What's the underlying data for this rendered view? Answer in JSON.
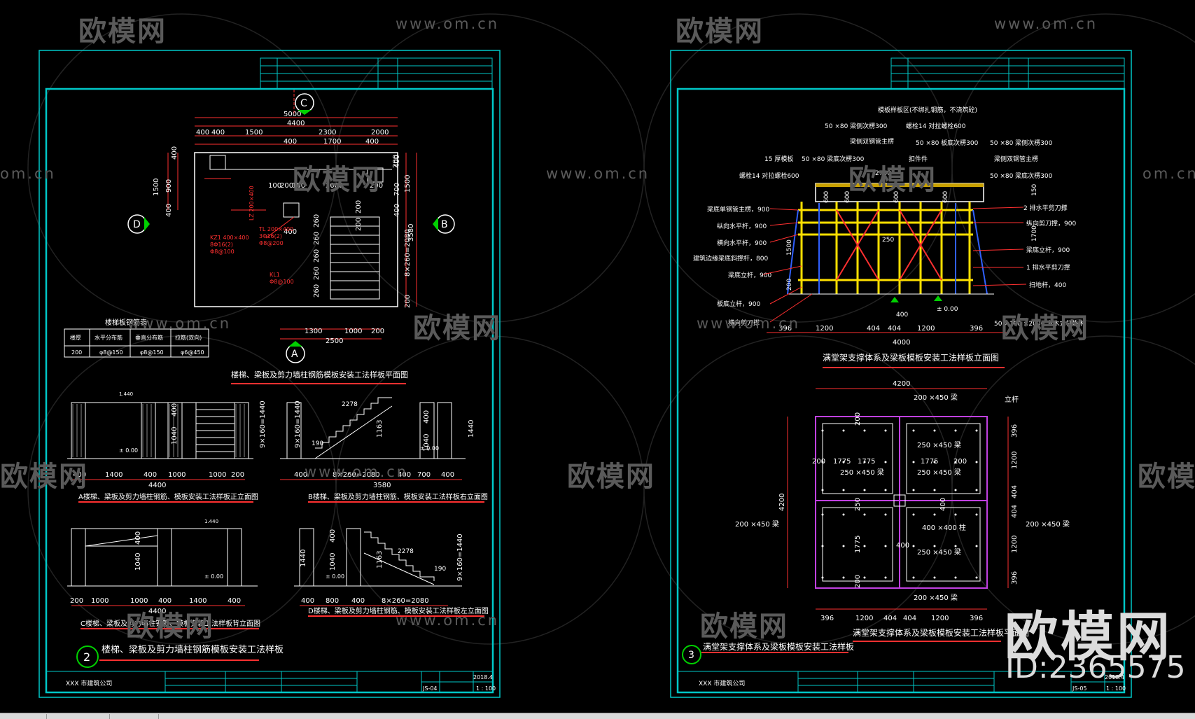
{
  "sheet_left": {
    "pt_c": "C",
    "pt_d": "D",
    "pt_b": "B",
    "pt_a": "A",
    "title_plan": "楼梯、梁板及剪力墙柱钢筋模板安装工法样板平面图",
    "title_front": "A楼梯、梁板及剪力墙柱钢筋、模板安装工法样板正立面图",
    "title_right": "B楼梯、梁板及剪力墙柱钢筋、模板安装工法样板右立面图",
    "title_back": "C楼梯、梁板及剪力墙柱钢筋、模板安装工法样板背立面图",
    "title_left": "D楼梯、梁板及剪力墙柱钢筋、模板安装工法样板左立面图",
    "main_title": "楼梯、梁板及剪力墙柱钢筋模板安装工法样板",
    "sheet_no": "2",
    "company": "XXX 市建筑公司",
    "drawing_code": "JS-04",
    "date": "2018.4",
    "scale": "1 : 100",
    "table_title": "楼梯板钢筋表",
    "table_headers": [
      "楼厚",
      "水平分布筋",
      "垂直分布筋",
      "拉筋(双向)"
    ],
    "table_row": [
      "200",
      "φ8@150",
      "φ8@150",
      "φ6@450"
    ]
  },
  "sheet_right": {
    "title_elev": "满堂架支撑体系及梁板模板安装工法样板立面图",
    "title_plan": "满堂架支撑体系及梁板模板安装工法样板平面图",
    "main_title": "满堂架支撑体系及梁板模板安装工法样板",
    "sheet_no": "3",
    "company": "XXX 市建筑公司",
    "drawing_code": "JS-05",
    "date": "2018.4",
    "scale": "1 : 100",
    "labels_left": [
      "50 ×80 梁侧次楞300",
      "梁侧双钢管主楞",
      "15 厚模板",
      "螺栓14 对拉螺栓600",
      "梁底单钢管主楞，900",
      "纵向水平杆，900",
      "横向水平杆，900",
      "建筑边缘梁底斜撑杆，800",
      "梁底立杆，900",
      "板底立杆，900",
      "横向剪刀撑"
    ],
    "labels_top": [
      "模板样板区(不绑扎钢筋，不浇筑砼)",
      "螺栓14 对拉螺栓600",
      "50 ×80 梁底次楞300",
      "扣件件"
    ],
    "labels_right": [
      "50 ×80 板底次楞300",
      "50 ×80 梁侧次楞300",
      "梁侧双钢管主楞",
      "50 ×80 梁底次楞300",
      "2 排水平剪刀撑",
      "纵向剪刀撑，900",
      "梁底立杆，900",
      "1 排水平剪刀撑",
      "扫地杆，400",
      "50 ×100 ×2000 方木立杆垫木"
    ]
  },
  "watermark": {
    "cn": "欧模网",
    "url": "www.om.cn",
    "url_short": "om.cn"
  },
  "brand": {
    "cn": "欧模网",
    "id": "ID:2365575"
  },
  "colors": {
    "frame": "#00c8c8",
    "dim": "#ff3030",
    "text": "#ffffff",
    "green": "#00d000",
    "yellow": "#ffe000",
    "blue": "#3060ff",
    "magenta": "#c040e0"
  }
}
